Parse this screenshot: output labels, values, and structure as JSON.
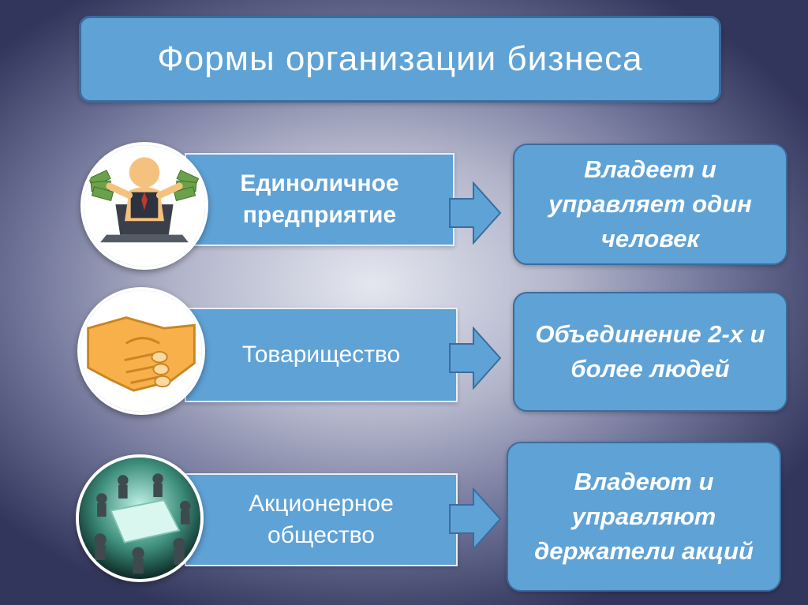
{
  "title": "Формы организации бизнеса",
  "rows": [
    {
      "label_line1": "Единоличное",
      "label_line2": "предприятие",
      "desc_line1": "Владеет и",
      "desc_line2": "управляет один",
      "desc_line3": "человек",
      "icon": "businessman-with-money-icon"
    },
    {
      "label_line1": "Товарищество",
      "desc_line1": "Объединение 2-х и",
      "desc_line2": "более людей",
      "icon": "handshake-icon"
    },
    {
      "label_line1": "Акционерное",
      "label_line2": "общество",
      "desc_line1": "Владеют и",
      "desc_line2": "управляют",
      "desc_line3": "держатели акций",
      "icon": "meeting-table-icon"
    }
  ],
  "colors": {
    "box_fill": "#5ea2d6",
    "box_border": "#3b6c9e",
    "text": "#ffffff"
  }
}
